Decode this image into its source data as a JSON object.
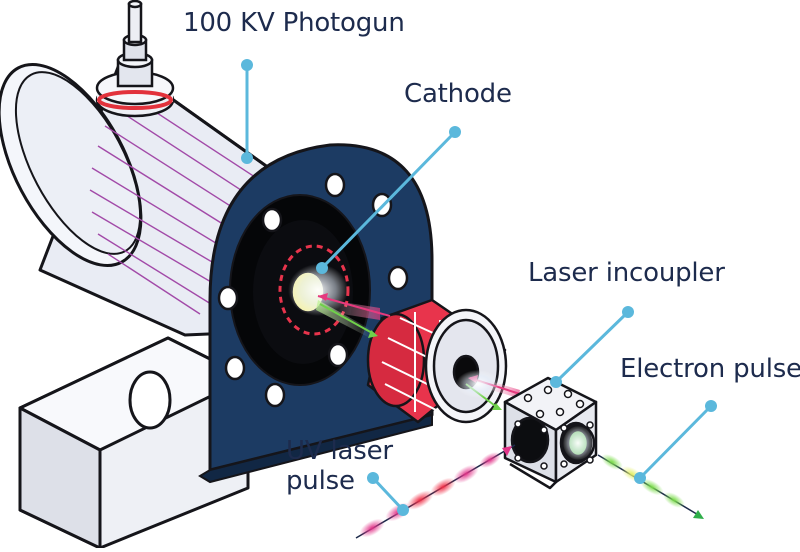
{
  "labels": {
    "photogun": "100 KV Photogun",
    "cathode": "Cathode",
    "laser_incoupler": "Laser incoupler",
    "electron_pulse": "Electron pulse",
    "uv_laser_line1": "UV laser",
    "uv_laser_line2": "pulse"
  },
  "colors": {
    "callout": "#5bb8dc",
    "flange": "#1c3b63",
    "body": "#e9ecf4",
    "coil": "#e8344c",
    "uv_pulse": "#d7327e",
    "electron_pulse": "#8fdc5a",
    "outline": "#15151a"
  },
  "icons": [
    "photogun-body",
    "mounting-bracket",
    "flange-plate",
    "cathode-disc",
    "solenoid-coil",
    "incoupler-cube"
  ]
}
